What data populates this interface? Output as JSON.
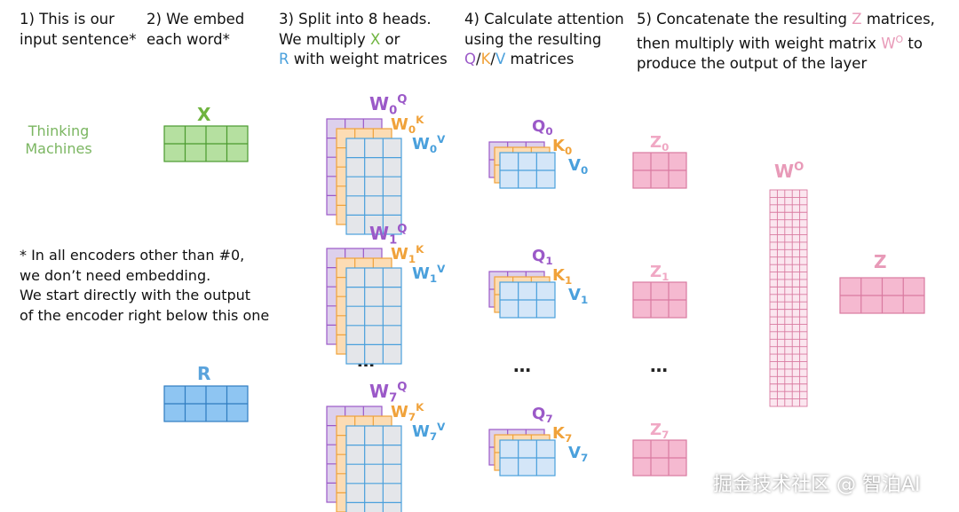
{
  "steps": [
    {
      "line1": "1) This is our",
      "line2": "input sentence*"
    },
    {
      "line1": "2) We embed",
      "line2": "each word*"
    },
    {
      "line1": "3) Split into 8 heads.",
      "line2a": "We multiply ",
      "line2b": "X",
      "line2c": " or",
      "line3a": "R",
      "line3b": " with weight matrices"
    },
    {
      "line1": "4) Calculate attention",
      "line2": "using the resulting",
      "line3a": "Q",
      "line3b": "/",
      "line3c": "K",
      "line3d": "/",
      "line3e": "V",
      "line3f": " matrices"
    },
    {
      "line1a": "5) Concatenate the resulting ",
      "line1b": "Z",
      "line1c": " matrices,",
      "line2a": "then multiply with weight matrix ",
      "line2b": "W",
      "line2c": "O",
      "line2d": " to",
      "line3": "produce the output of the layer"
    }
  ],
  "sentence": {
    "word1": "Thinking",
    "word2": "Machines"
  },
  "note": [
    "* In all encoders other than #0,",
    "we don’t need embedding.",
    "We start directly with the output",
    "of the encoder right below this one"
  ],
  "matrices": {
    "x_label": "X",
    "r_label": "R",
    "wo_label": "W",
    "wo_sup": "O",
    "z_out_label": "Z"
  },
  "heads": [
    {
      "index": "0",
      "w_letter": "W",
      "q_sup": "Q",
      "k_sup": "K",
      "v_sup": "V",
      "q": "Q",
      "k": "K",
      "v": "V",
      "z": "Z"
    },
    {
      "index": "1",
      "w_letter": "W",
      "q_sup": "Q",
      "k_sup": "K",
      "v_sup": "V",
      "q": "Q",
      "k": "K",
      "v": "V",
      "z": "Z"
    },
    {
      "index": "7",
      "w_letter": "W",
      "q_sup": "Q",
      "k_sup": "K",
      "v_sup": "V",
      "q": "Q",
      "k": "K",
      "v": "V",
      "z": "Z"
    }
  ],
  "ellipsis": "…",
  "watermark": "掘金技术社区 @ 智泊AI",
  "colors": {
    "x_fill": "#b5e0a0",
    "x_stroke": "#4a9a2e",
    "r_fill": "#8ec5f2",
    "r_stroke": "#2f7cc0",
    "q_fill": "#ddd0ec",
    "q_stroke": "#9b59c8",
    "k_fill": "#fcdcb4",
    "k_stroke": "#f0a23a",
    "v_fill": "#d4e6f8",
    "v_stroke": "#4aa0dc",
    "z_fill": "#f5b9d0",
    "z_stroke": "#d97aa0",
    "wo_fill": "#fbe6ef",
    "wo_stroke": "#d97aa0",
    "grey_fill": "#e4e6ea"
  }
}
